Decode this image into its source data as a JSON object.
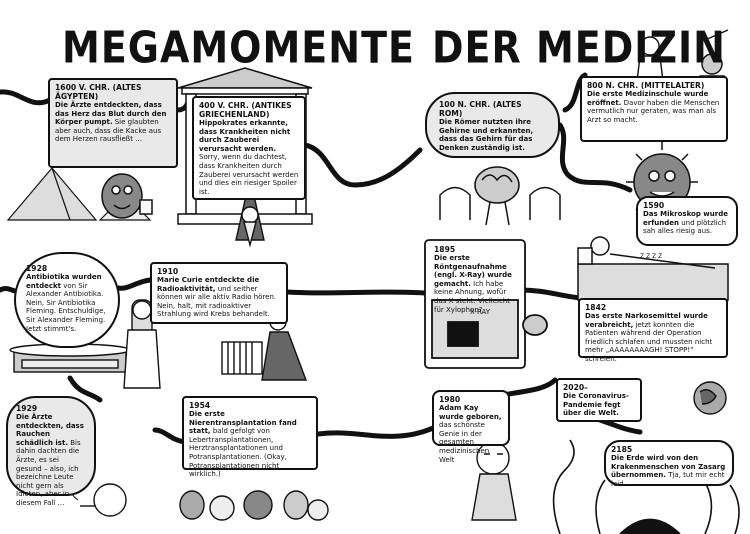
{
  "titles": {
    "left": "MEGAMOMENTE",
    "right": "DER MEDIZIN"
  },
  "entries": [
    {
      "id": "e1600",
      "heading": "1600 V. CHR. (ALTES ÄGYPTEN)",
      "body_bold": "Die Ärzte entdeckten, dass das Herz das Blut durch den Körper pumpt.",
      "body": " Sie glaubten aber auch, dass die Kacke aus dem Herzen rausfließt …"
    },
    {
      "id": "e400",
      "heading": "400 V. CHR. (ANTIKES GRIECHENLAND)",
      "body_bold": "Hippokrates erkannte, dass Krankheiten nicht durch Zauberei verursacht werden.",
      "body": " Sorry, wenn du dachtest, dass Krankheiten durch Zauberei verursacht werden und dies ein riesiger Spoiler ist."
    },
    {
      "id": "e100",
      "heading": "100 N. CHR. (ALTES ROM)",
      "body_bold": "Die Römer nutzten ihre Gehirne und erkannten, dass das Gehirn für das Denken zuständig ist.",
      "body": ""
    },
    {
      "id": "e800",
      "heading": "800 N. CHR. (MITTELALTER)",
      "body_bold": "Die erste Medizinschule wurde eröffnet.",
      "body": " Davor haben die Menschen vermutlich nur geraten, was man als Arzt so macht."
    },
    {
      "id": "e1590",
      "heading": "1590",
      "body_bold": "Das Mikroskop wurde erfunden",
      "body": " und plötzlich sah alles riesig aus."
    },
    {
      "id": "e1928",
      "heading": "1928",
      "body_bold": "Antibiotika wurden entdeckt",
      "body": " von Sir Alexander Antibiotika. Nein, Sir Antibiotika Fleming. Entschuldige, Sir Alexander Fleming. Jetzt stimmt's."
    },
    {
      "id": "e1910",
      "heading": "1910",
      "body_bold": "Marie Curie entdeckte die Radioaktivität,",
      "body": " und seither können wir alle aktiv Radio hören. Nein, halt, mit radioaktiver Strahlung wird Krebs behandelt."
    },
    {
      "id": "e1895",
      "heading": "1895",
      "body_bold": "Die erste Röntgenaufnahme (engl. X-Ray) wurde gemacht.",
      "body": " Ich habe keine Ahnung, wofür das X steht. Vielleicht für Xylophon?"
    },
    {
      "id": "e1842",
      "heading": "1842",
      "body_bold": "Das erste Narkosemittel wurde verabreicht,",
      "body": " jetzt konnten die Patienten während der Operation friedlich schlafen und mussten nicht mehr „AAAAAAAAGH! STOPP!“ schreien."
    },
    {
      "id": "e1929",
      "heading": "1929",
      "body_bold": "Die Ärzte entdeckten, dass Rauchen schädlich ist.",
      "body": " Bis dahin dachten die Ärzte, es sei gesund – also, ich bezeichne Leute nicht gern als Idioten, aber in diesem Fall …"
    },
    {
      "id": "e1954",
      "heading": "1954",
      "body_bold": "Die erste Nierentransplantation fand statt,",
      "body": " bald gefolgt von Lebertransplantationen, Herztransplantationen und Potransplantationen. (Okay, Potransplantationen nicht wirklich.)"
    },
    {
      "id": "e1980",
      "heading": "1980",
      "body_bold": "Adam Kay wurde geboren,",
      "body": " das schönste Genie in der gesamten medizinischen Welt"
    },
    {
      "id": "e2020",
      "heading": "2020–",
      "body_bold": "Die Coronavirus-Pandemie fegt über die Welt.",
      "body": ""
    },
    {
      "id": "e2185",
      "heading": "2185",
      "body_bold": "Die Erde wird von den Krakenmenschen von Zasarg übernommen.",
      "body": " Tja, tut mir echt leid."
    }
  ],
  "illustrations": {
    "xray_label": "X-RAY",
    "snore": "Z Z Z Z"
  }
}
